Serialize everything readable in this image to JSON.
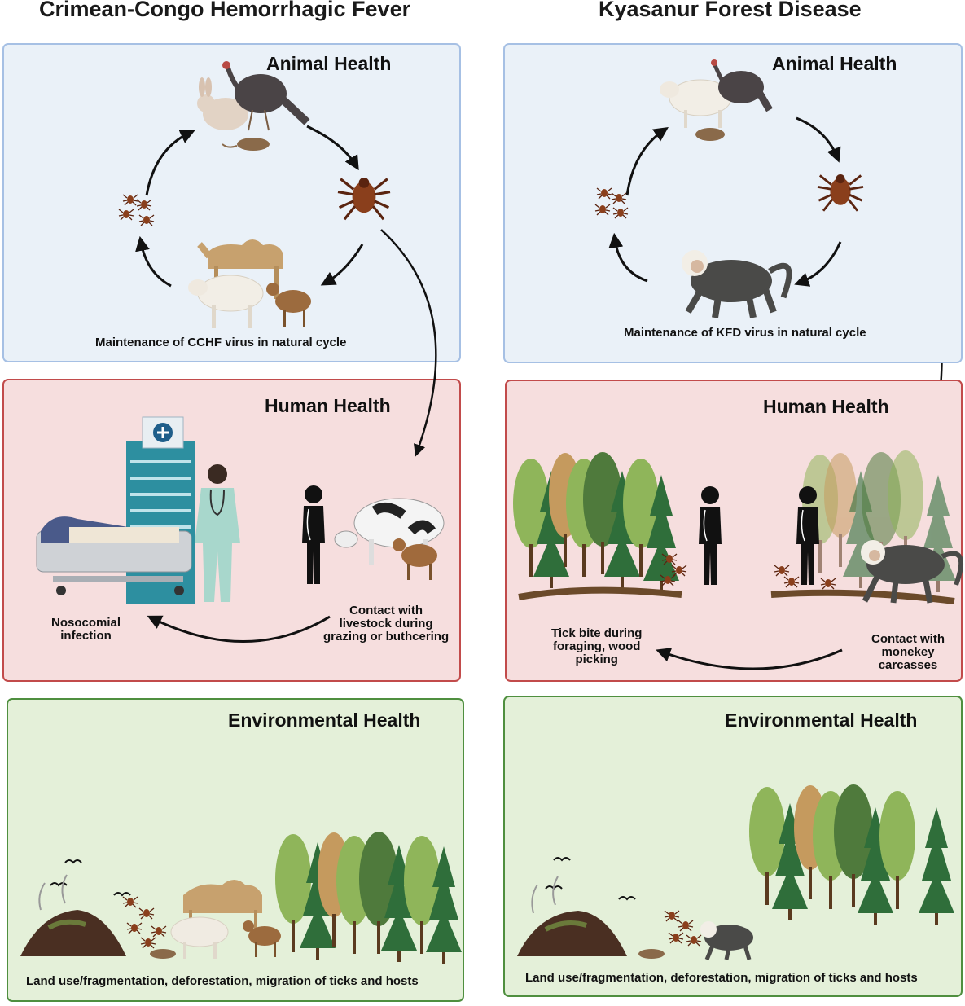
{
  "left": {
    "title": "Crimean-Congo Hemorrhagic Fever",
    "animal": {
      "title": "Animal Health",
      "caption": "Maintenance of CCHF virus in natural cycle"
    },
    "human": {
      "title": "Human Health",
      "left_label": "Nosocomial\ninfection",
      "right_label": "Contact with\nlivestock during\ngrazing or buthcering"
    },
    "env": {
      "title": "Environmental Health",
      "caption": "Land use/fragmentation, deforestation, migration of ticks and hosts"
    }
  },
  "right": {
    "title": "Kyasanur Forest Disease",
    "animal": {
      "title": "Animal Health",
      "caption": "Maintenance of KFD virus in natural cycle"
    },
    "human": {
      "title": "Human Health",
      "left_label": "Tick bite during\nforaging, wood\npicking",
      "right_label": "Contact with\nmonekey\ncarcasses"
    },
    "env": {
      "title": "Environmental Health",
      "caption": "Land use/fragmentation, deforestation, migration of ticks and hosts"
    }
  },
  "colors": {
    "animal_bg": "#eaf1f8",
    "animal_border": "#a6c0e4",
    "human_bg": "#f6dede",
    "human_border": "#c24b4b",
    "env_bg": "#e4f0d9",
    "env_border": "#4f8f3f",
    "tick": "#8a3f1c",
    "silhouette": "#111111"
  },
  "icons": [
    "turkey-icon",
    "rabbit-icon",
    "rodent-icon",
    "tick-icon",
    "tick-cluster-icon",
    "camel-icon",
    "cow-icon",
    "goat-icon",
    "monkey-icon",
    "hospital-icon",
    "patient-bed-icon",
    "doctor-icon",
    "person-icon",
    "forest-icon",
    "garbage-heap-icon",
    "bird-icon"
  ]
}
